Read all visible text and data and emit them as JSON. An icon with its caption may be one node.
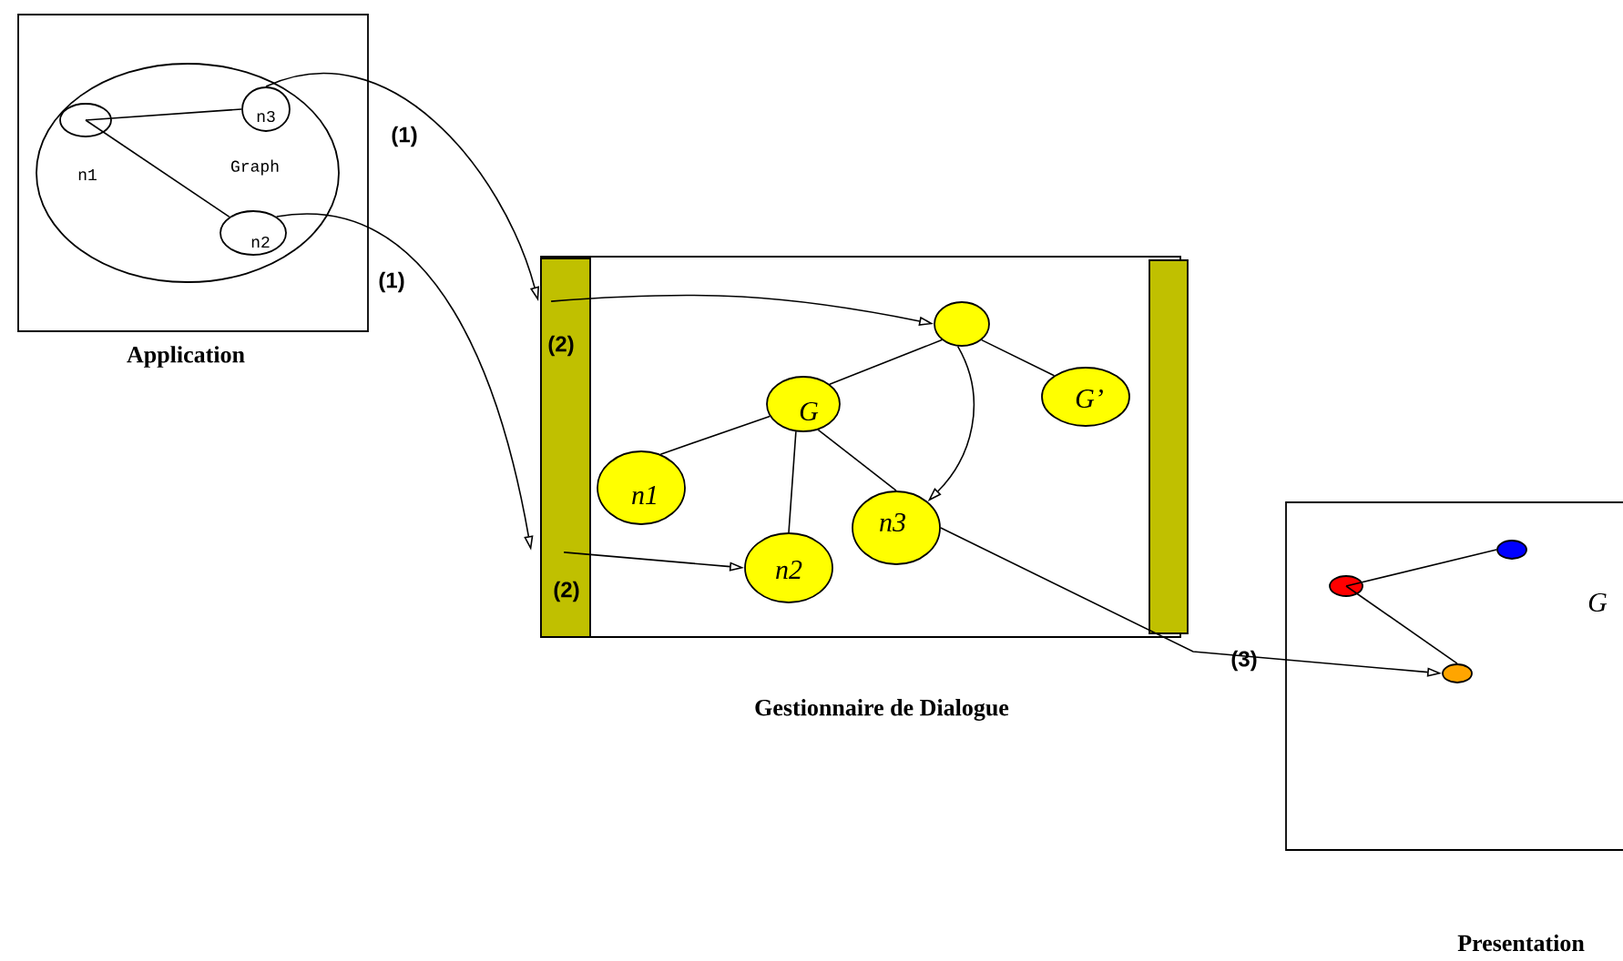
{
  "diagram": {
    "nodes": [
      {
        "text": [
          "Application"
        ]
      },
      {
        "text": [
          "Graph"
        ],
        "in": 0
      },
      {
        "text": [
          "n1"
        ],
        "in": 1
      },
      {
        "text": [
          "n3"
        ],
        "in": 1
      },
      {
        "text": [
          "n2"
        ],
        "in": 1
      },
      {
        "text": [
          "Gestionnaire de Dialogue"
        ]
      },
      {
        "text": [],
        "shape": "bar",
        "in": 5
      },
      {
        "text": [],
        "shape": "bar",
        "in": 5
      },
      {
        "text": [],
        "shape": "circle",
        "in": 5
      },
      {
        "text": [
          "G"
        ],
        "in": 5
      },
      {
        "text": [
          "G’"
        ],
        "in": 5
      },
      {
        "text": [
          "n1"
        ],
        "in": 5
      },
      {
        "text": [
          "n2"
        ],
        "in": 5
      },
      {
        "text": [
          "n3"
        ],
        "in": 5
      },
      {
        "text": [
          "Presentation"
        ]
      },
      {
        "text": [],
        "shape": "circle",
        "in": 14
      },
      {
        "text": [],
        "shape": "circle",
        "in": 14
      },
      {
        "text": [],
        "shape": "circle",
        "in": 14
      }
    ],
    "edges": [
      {
        "from": 3,
        "to": 6,
        "arrow": "to",
        "label": "(1)"
      },
      {
        "from": 4,
        "to": 6,
        "arrow": "to",
        "label": "(1)"
      },
      {
        "from": 6,
        "to": 8,
        "arrow": "to",
        "label": "(2)"
      },
      {
        "from": 6,
        "to": 12,
        "arrow": "to",
        "label": "(2)"
      },
      {
        "from": 2,
        "to": 3,
        "arrow": "none"
      },
      {
        "from": 2,
        "to": 4,
        "arrow": "none"
      },
      {
        "from": 8,
        "to": 9,
        "arrow": "none"
      },
      {
        "from": 8,
        "to": 10,
        "arrow": "none"
      },
      {
        "from": 8,
        "to": 13,
        "arrow": "to"
      },
      {
        "from": 9,
        "to": 11,
        "arrow": "none"
      },
      {
        "from": 9,
        "to": 12,
        "arrow": "none"
      },
      {
        "from": 9,
        "to": 13,
        "arrow": "none"
      },
      {
        "from": 13,
        "to": 17,
        "arrow": "to",
        "label": "(3)"
      },
      {
        "from": 15,
        "to": 16,
        "arrow": "none"
      },
      {
        "from": 15,
        "to": 17,
        "arrow": "none"
      }
    ],
    "labels": [
      "G"
    ]
  }
}
